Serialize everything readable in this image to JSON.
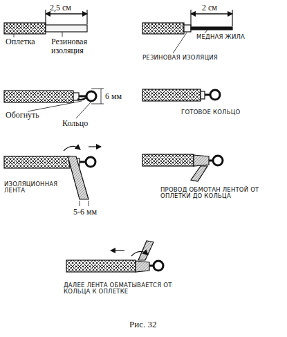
{
  "diagram": {
    "caption": "Рис. 32",
    "labels": [
      "2,5 см",
      "Оплетка",
      "Резиновая изоляция",
      "2 см",
      "МЕДНАЯ ЖИЛА",
      "РЕЗИНОВАЯ ИЗОЛЯЦИЯ",
      "6 мм",
      "Обогнуть",
      "Кольцо",
      "ГОТОВОЕ КОЛЬЦО",
      "ИЗОЛЯЦИОННАЯ ЛЕНТА",
      "5-6 мм",
      "ПРОВОД ОБМОТАН ЛЕНТОЙ ОТ ОПЛЕТКИ ДО КОЛЬЦА",
      "ДАЛЕЕ ЛЕНТА ОБМАТЫВАЕТСЯ ОТ КОЛЬЦА К ОПЛЕТКЕ"
    ]
  }
}
